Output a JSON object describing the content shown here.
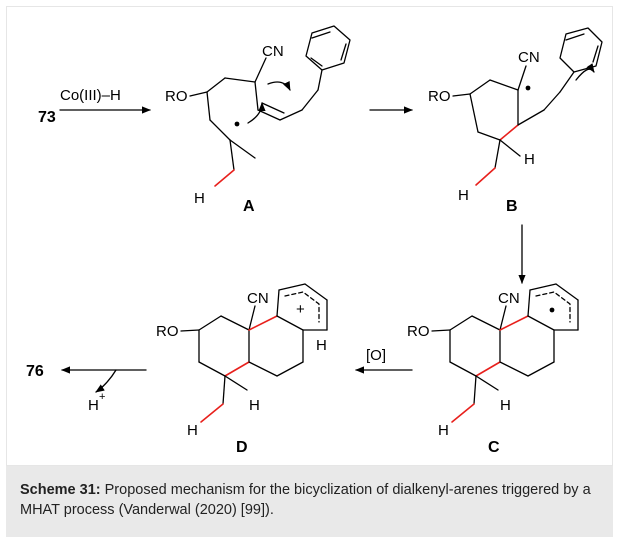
{
  "scheme": {
    "reagent_top": "Co(III)–H",
    "reagent_bottom": "[O]",
    "start_compound": "73",
    "product_compound": "76",
    "proton": "H",
    "proton_charge": "+",
    "group_ro": "RO",
    "group_cn": "CN",
    "atom_h": "H",
    "plus_sign": "+",
    "intermediates": [
      "A",
      "B",
      "C",
      "D"
    ]
  },
  "caption": {
    "label": "Scheme 31:",
    "text": "Proposed mechanism for the bicyclization of dialkenyl-arenes triggered by a MHAT process (Vanderwal (2020) [99])."
  },
  "colors": {
    "new_bond": "#e8201c",
    "caption_bg": "#e9e9e9"
  }
}
